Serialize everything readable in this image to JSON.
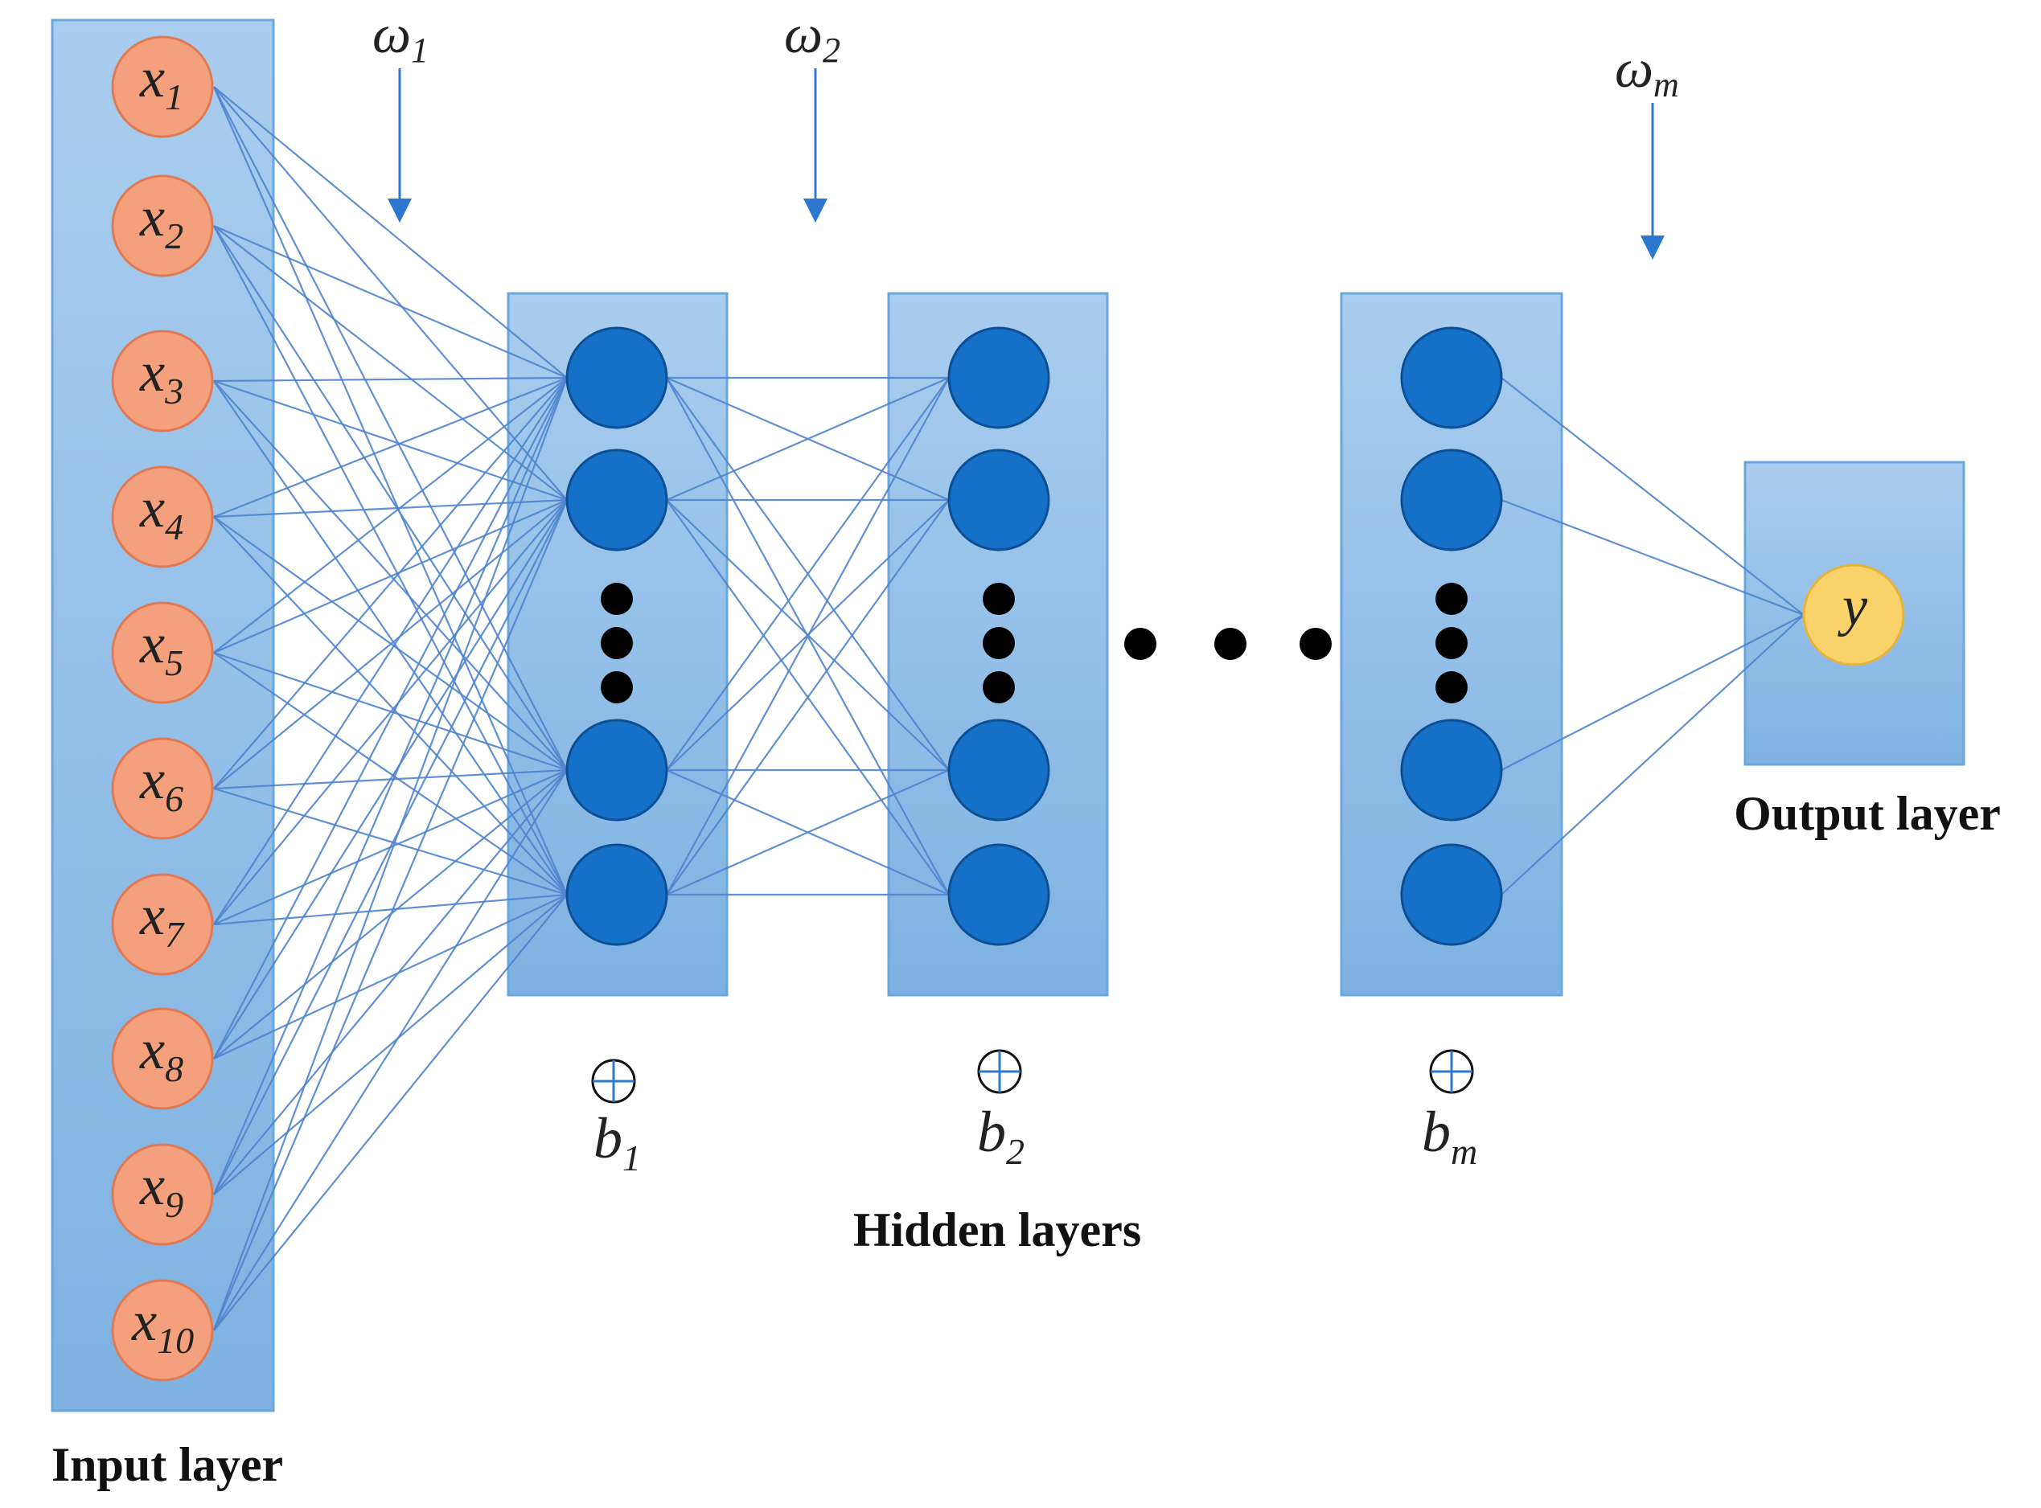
{
  "colors": {
    "layer_panel_top": "#a9cdee",
    "layer_panel_bottom": "#7fb2e2",
    "layer_panel_border": "#6aa7dd",
    "input_node_fill": "#f4a07c",
    "input_node_border": "#e07a54",
    "hidden_node_fill": "#1570c8",
    "hidden_node_border": "#0d4f94",
    "output_node_fill": "#f9d26a",
    "output_node_border": "#e6b43c",
    "connection": "#4f84cf",
    "arrow": "#2d78cf",
    "dots": "#000000"
  },
  "input_layer": {
    "caption": "Input layer",
    "nodes": [
      {
        "base": "x",
        "sub": "1"
      },
      {
        "base": "x",
        "sub": "2"
      },
      {
        "base": "x",
        "sub": "3"
      },
      {
        "base": "x",
        "sub": "4"
      },
      {
        "base": "x",
        "sub": "5"
      },
      {
        "base": "x",
        "sub": "6"
      },
      {
        "base": "x",
        "sub": "7"
      },
      {
        "base": "x",
        "sub": "8"
      },
      {
        "base": "x",
        "sub": "9"
      },
      {
        "base": "x",
        "sub": "10"
      }
    ]
  },
  "hidden_layers": {
    "caption": "Hidden layers",
    "layers": [
      {
        "bias": {
          "base": "b",
          "sub": "1"
        }
      },
      {
        "bias": {
          "base": "b",
          "sub": "2"
        }
      },
      {
        "bias": {
          "base": "b",
          "sub": "m"
        }
      }
    ]
  },
  "output_layer": {
    "caption": "Output layer",
    "node": "y"
  },
  "weights": [
    {
      "base": "ω",
      "sub": "1"
    },
    {
      "base": "ω",
      "sub": "2"
    },
    {
      "base": "ω",
      "sub": "m"
    }
  ]
}
